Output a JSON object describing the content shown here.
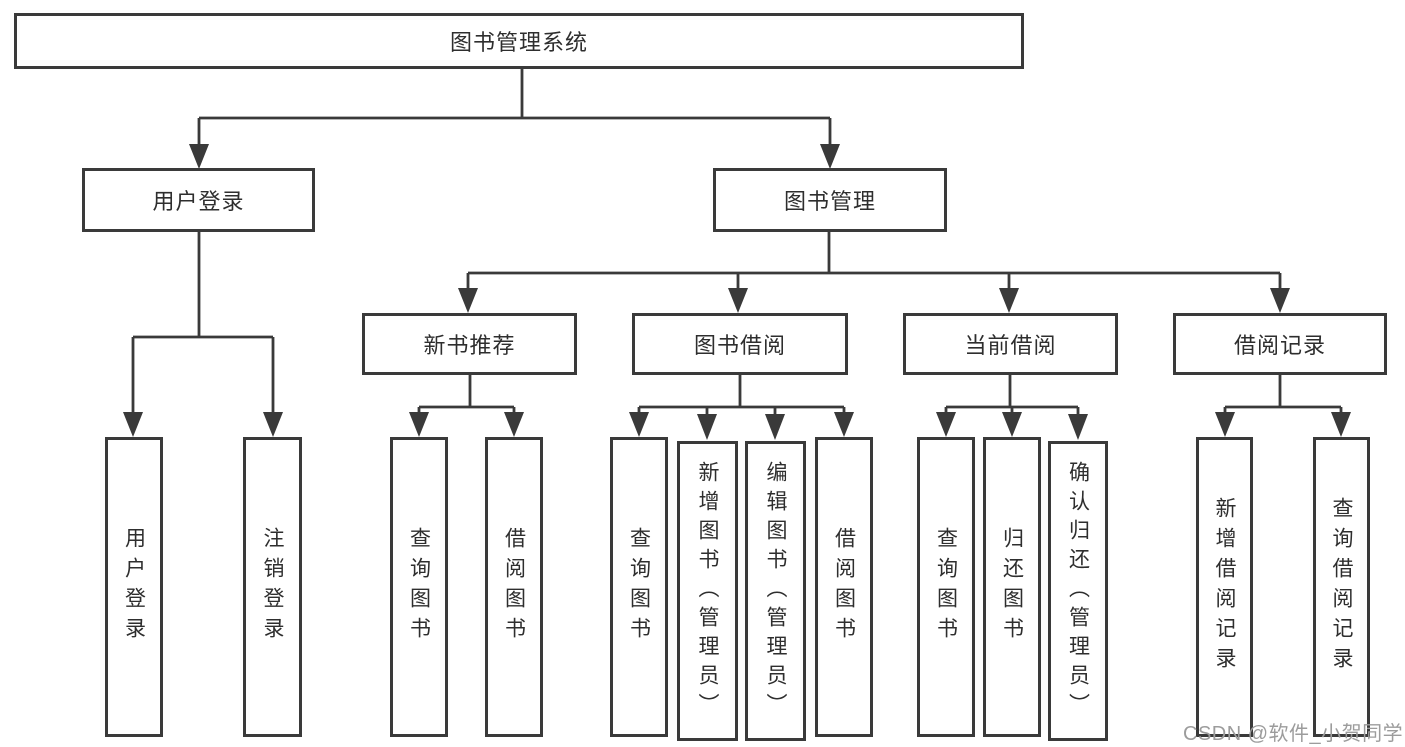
{
  "tree": {
    "root": {
      "label": "图书管理系统",
      "children": [
        {
          "label": "用户登录",
          "children": [
            {
              "label": "用户登录"
            },
            {
              "label": "注销登录"
            }
          ]
        },
        {
          "label": "图书管理",
          "children": [
            {
              "label": "新书推荐",
              "children": [
                {
                  "label": "查询图书"
                },
                {
                  "label": "借阅图书"
                }
              ]
            },
            {
              "label": "图书借阅",
              "children": [
                {
                  "label": "查询图书"
                },
                {
                  "label": "新增图书（管理员）"
                },
                {
                  "label": "编辑图书（管理员）"
                },
                {
                  "label": "借阅图书"
                }
              ]
            },
            {
              "label": "当前借阅",
              "children": [
                {
                  "label": "查询图书"
                },
                {
                  "label": "归还图书"
                },
                {
                  "label": "确认归还（管理员）"
                }
              ]
            },
            {
              "label": "借阅记录",
              "children": [
                {
                  "label": "新增借阅记录"
                },
                {
                  "label": "查询借阅记录"
                }
              ]
            }
          ]
        }
      ]
    }
  },
  "watermark": {
    "text": "CSDN @软件_小贺同学"
  },
  "colors": {
    "line": "#3a3a3a",
    "box_border": "#3a3a3a",
    "box_fill": "#ffffff",
    "text": "#2e2e2e",
    "watermark": "#9c9c9c"
  }
}
